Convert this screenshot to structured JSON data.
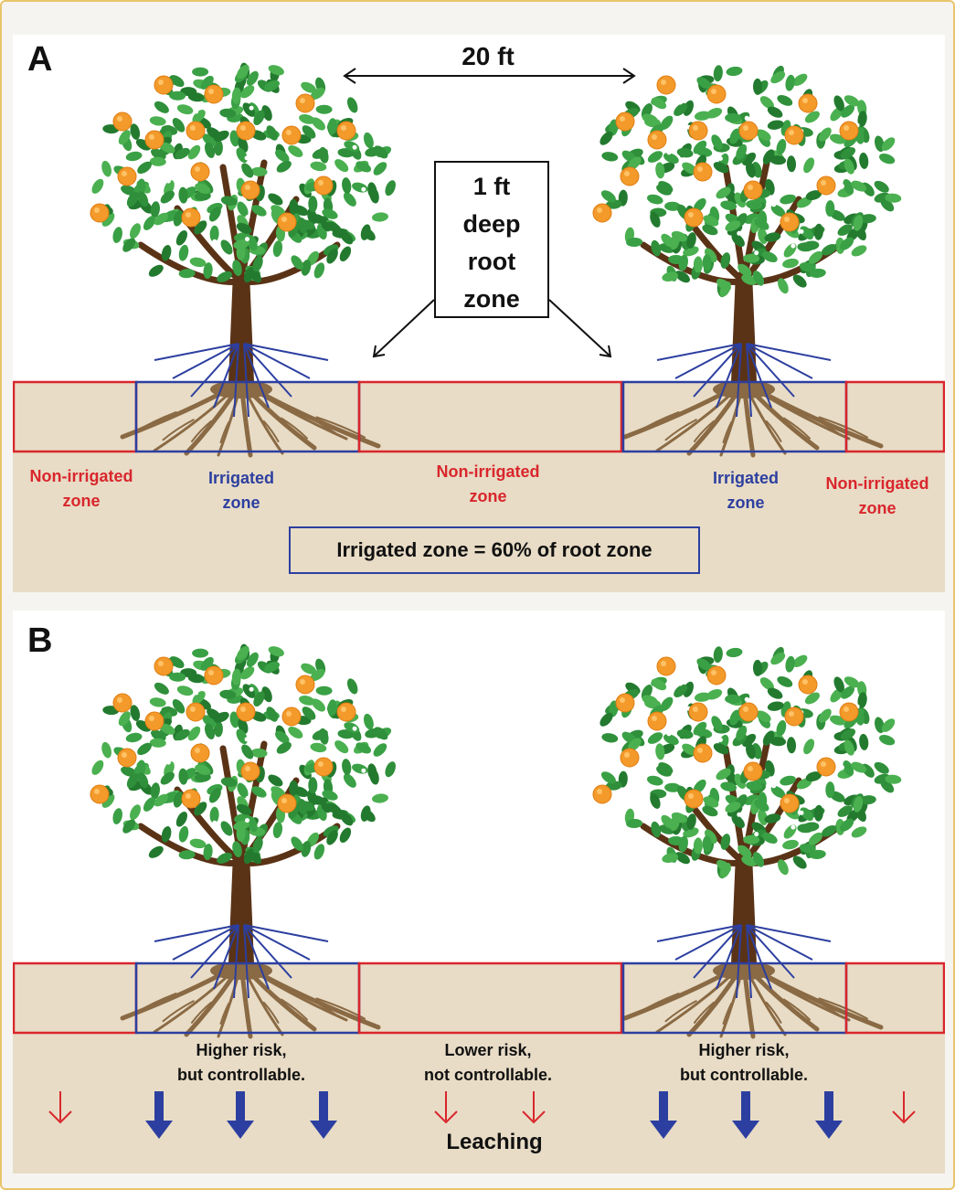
{
  "panel_a": {
    "letter": "A",
    "distance": "20 ft",
    "root_zone_box": "1 ft\ndeep\nroot\nzone",
    "zone_labels": [
      {
        "text": "Non-irrigated\nzone",
        "kind": "non-irrigated"
      },
      {
        "text": "Irrigated\nzone",
        "kind": "irrigated"
      },
      {
        "text": "Non-irrigated\nzone",
        "kind": "non-irrigated"
      },
      {
        "text": "Irrigated\nzone",
        "kind": "irrigated"
      },
      {
        "text": "Non-irrigated\nzone",
        "kind": "non-irrigated"
      }
    ],
    "summary": "Irrigated zone = 60% of root zone"
  },
  "panel_b": {
    "letter": "B",
    "risk_labels": [
      "Higher risk,\nbut controllable.",
      "Lower risk,\nnot controllable.",
      "Higher risk,\nbut controllable."
    ],
    "leaching": "Leaching"
  },
  "colors": {
    "non_irrigated": "#d9262c",
    "irrigated": "#2c3fa0",
    "soil": "#e8dcc6",
    "foliage": "#2f8f3a",
    "fruit": "#f39a2b",
    "trunk": "#5a3316",
    "roots": "#8a6a44"
  }
}
